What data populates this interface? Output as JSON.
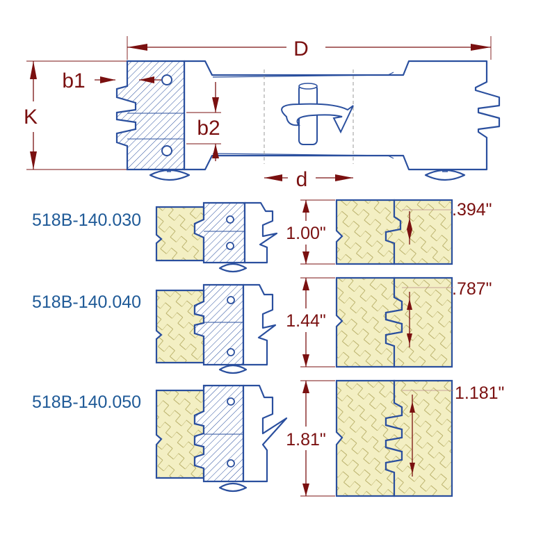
{
  "top_view": {
    "dimension_labels": {
      "D": "D",
      "b1": "b1",
      "b2": "b2",
      "K": "K",
      "d": "d"
    }
  },
  "profiles": [
    {
      "part_number": "518B-140.030",
      "height": "1.00\"",
      "pitch": ".394\"",
      "teeth": 2
    },
    {
      "part_number": "518B-140.040",
      "height": "1.44\"",
      "pitch": ".787\"",
      "teeth": 3
    },
    {
      "part_number": "518B-140.050",
      "height": "1.81\"",
      "pitch": "1.181\"",
      "teeth": 4
    }
  ],
  "colors": {
    "outline": "#2a4f9e",
    "dimension": "#7a1010",
    "label": "#1f5a97",
    "wood": "#f3efc3",
    "wood_lines": "#b9b06a"
  }
}
